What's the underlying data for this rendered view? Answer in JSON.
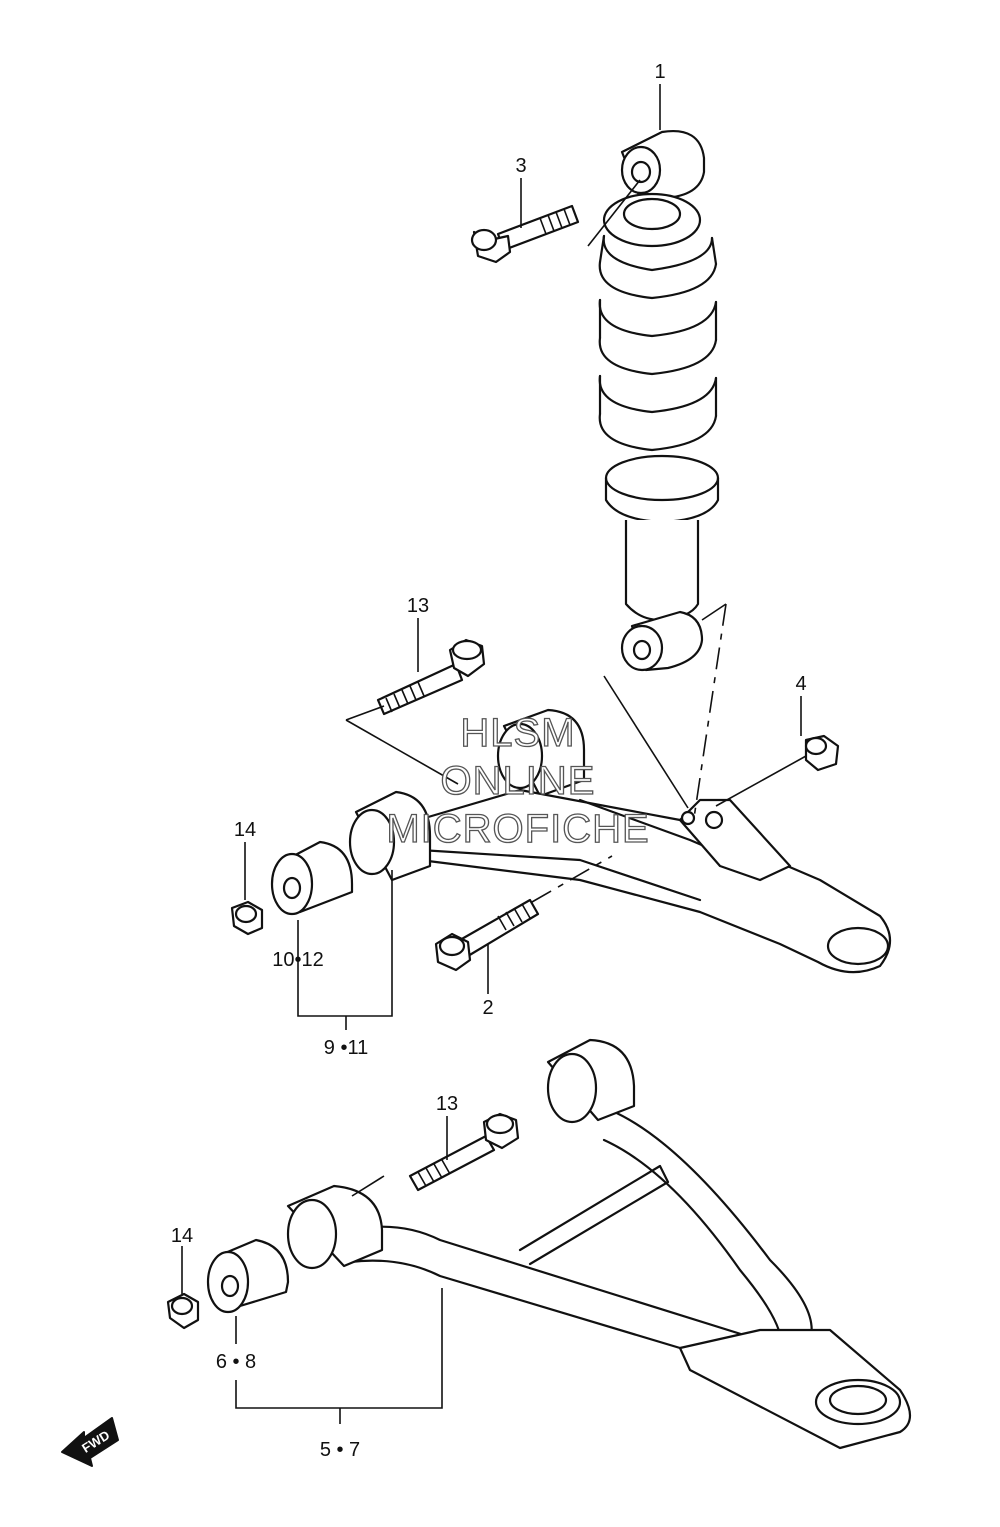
{
  "callouts": {
    "c1": "1",
    "c2": "2",
    "c3": "3",
    "c4": "4",
    "c13a": "13",
    "c14a": "14",
    "c10_12": "10•12",
    "c9_11": "9 •11",
    "c13b": "13",
    "c14b": "14",
    "c6_8": "6 • 8",
    "c5_7": "5 • 7"
  },
  "watermark": {
    "line1": "HLSM",
    "line2": "ONLINE",
    "line3": "MICROFICHE"
  },
  "direction_badge": "FWD"
}
